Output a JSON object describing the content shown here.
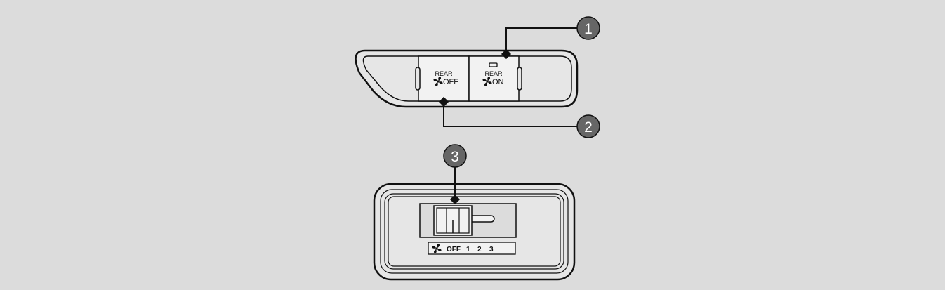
{
  "colors": {
    "background": "#dcdcdc",
    "panel": "#e6e6e6",
    "outline": "#111111",
    "callout_fill": "#666666"
  },
  "top_panel": {
    "off_button": {
      "line1": "REAR",
      "line2": "OFF",
      "icon": "fan-icon"
    },
    "on_button": {
      "line1": "REAR",
      "line2": "ON",
      "icon": "fan-icon"
    }
  },
  "bottom_panel": {
    "scale": {
      "icon": "fan-icon",
      "labels": [
        "OFF",
        "1",
        "2",
        "3"
      ]
    }
  },
  "callouts": [
    "1",
    "2",
    "3"
  ]
}
